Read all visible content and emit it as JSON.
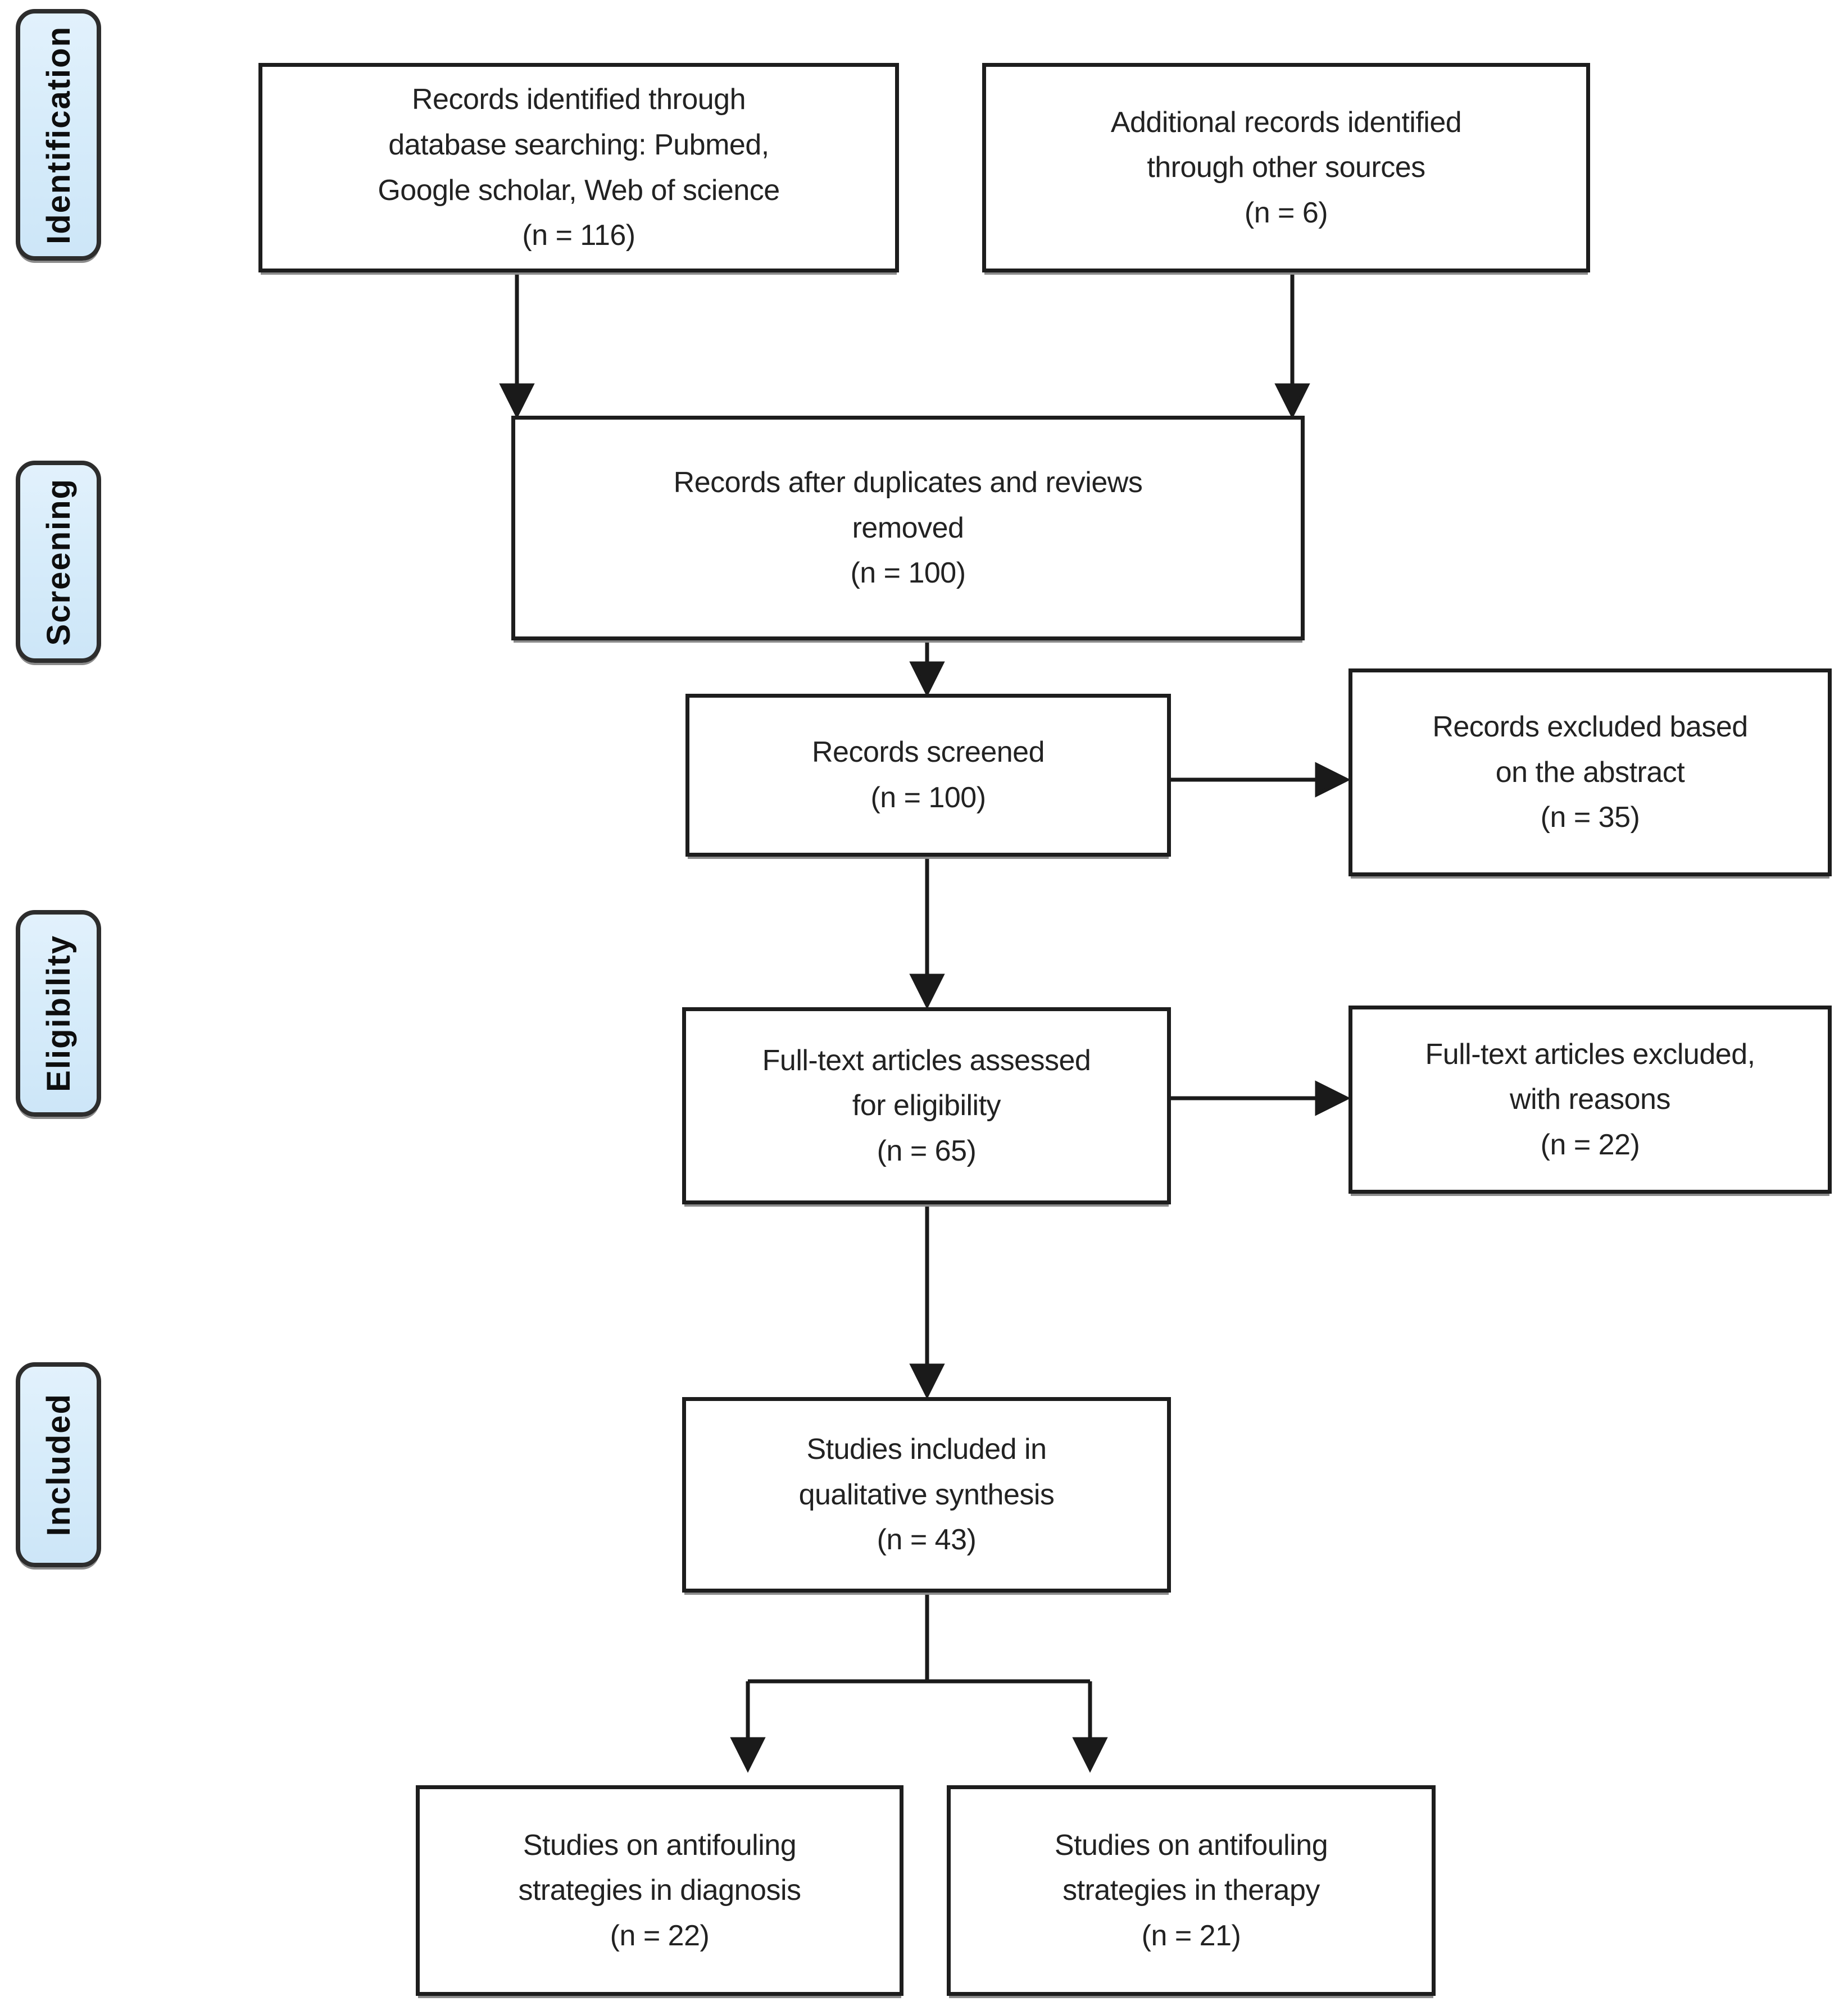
{
  "figure": {
    "type": "prisma-flow-diagram",
    "stages": [
      {
        "label": "Identification"
      },
      {
        "label": "Screening"
      },
      {
        "label": "Eligibility"
      },
      {
        "label": "Included"
      }
    ],
    "boxes": {
      "records_identified": {
        "lines": [
          "Records identified through",
          "database searching: Pubmed,",
          "Google scholar, Web of science",
          "(n = 116)"
        ]
      },
      "additional_records": {
        "lines": [
          "Additional records identified",
          "through other sources",
          "(n = 6)"
        ]
      },
      "duplicates_removed": {
        "lines": [
          "Records after duplicates and reviews",
          "removed",
          "(n = 100)"
        ]
      },
      "records_screened": {
        "lines": [
          "Records screened",
          "(n = 100)"
        ]
      },
      "records_excluded": {
        "lines": [
          "Records excluded based",
          "on the abstract",
          "(n = 35)"
        ]
      },
      "fulltext_assessed": {
        "lines": [
          "Full-text articles assessed",
          "for eligibility",
          "(n = 65)"
        ]
      },
      "fulltext_excluded": {
        "lines": [
          "Full-text articles excluded,",
          "with reasons",
          "(n = 22)"
        ]
      },
      "qualitative_synthesis": {
        "lines": [
          "Studies included in",
          "qualitative synthesis",
          "(n = 43)"
        ]
      },
      "diagnosis": {
        "lines": [
          "Studies on antifouling",
          "strategies in diagnosis",
          "(n = 22)"
        ]
      },
      "therapy": {
        "lines": [
          "Studies on antifouling",
          "strategies in therapy",
          "(n = 21)"
        ]
      }
    },
    "counts": {
      "records_identified": 116,
      "additional_records": 6,
      "duplicates_removed": 100,
      "records_screened": 100,
      "records_excluded": 35,
      "fulltext_assessed": 65,
      "fulltext_excluded": 22,
      "qualitative_synthesis": 43,
      "diagnosis": 22,
      "therapy": 21
    },
    "colors": {
      "stage_fill": "#d7ecfa",
      "stage_border": "#2d2d2d",
      "box_fill": "#ffffff",
      "box_border": "#1d1d1d",
      "arrow": "#1a1a1a",
      "text": "#222222",
      "background": "#ffffff"
    }
  }
}
